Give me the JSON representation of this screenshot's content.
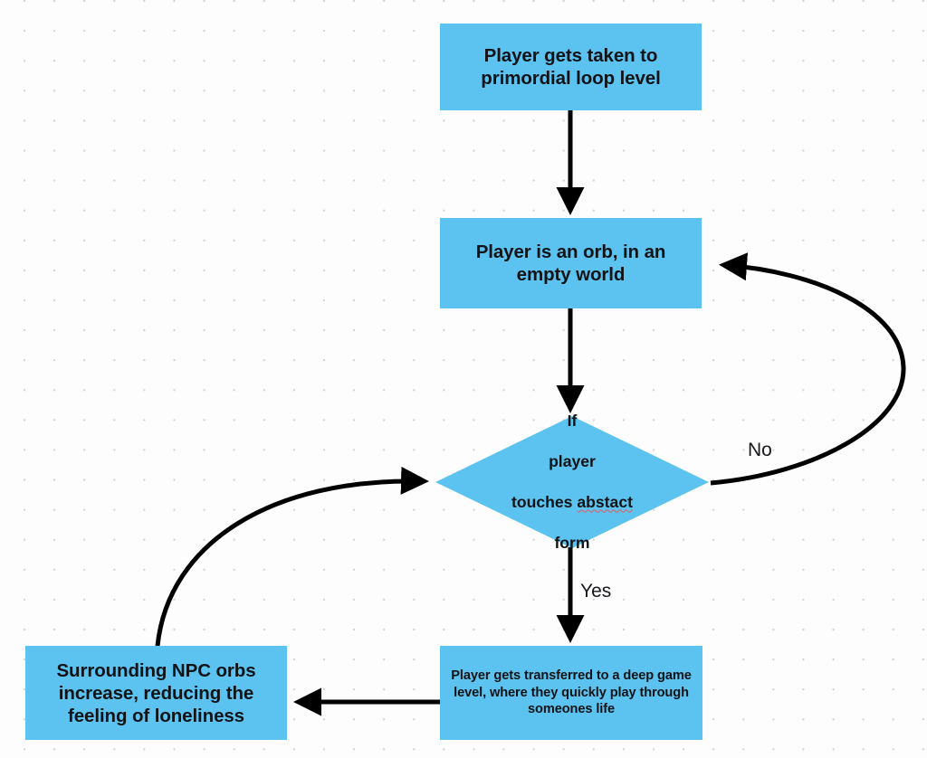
{
  "diagram": {
    "type": "flowchart",
    "background": "#fdfdfe",
    "node_fill": "#5cc2ef",
    "edge_color": "#000000",
    "grid_dot_color": "#d2d2d8"
  },
  "nodes": [
    {
      "id": "start",
      "shape": "rectangle",
      "text": "Player gets taken to primordial loop level"
    },
    {
      "id": "orb",
      "shape": "rectangle",
      "text": "Player is an orb, in an empty world"
    },
    {
      "id": "decision",
      "shape": "diamond",
      "line1": "If",
      "line2": "player",
      "line3a": "touches ",
      "line3b": "abstact",
      "line4": "form"
    },
    {
      "id": "deep-level",
      "shape": "rectangle",
      "text": "Player gets transferred to a deep game level, where they quickly play through someones life"
    },
    {
      "id": "npc-orbs",
      "shape": "rectangle",
      "text": "Surrounding NPC orbs increase, reducing the feeling of loneliness"
    }
  ],
  "edges": [
    {
      "id": "start-to-orb",
      "from": "start",
      "to": "orb",
      "label": ""
    },
    {
      "id": "orb-to-decision",
      "from": "orb",
      "to": "decision",
      "label": ""
    },
    {
      "id": "decision-to-deep-level",
      "from": "decision",
      "to": "deep-level",
      "label": "Yes"
    },
    {
      "id": "decision-to-orb",
      "from": "decision",
      "to": "orb",
      "label": "No"
    },
    {
      "id": "deep-level-to-npc-orbs",
      "from": "deep-level",
      "to": "npc-orbs",
      "label": ""
    },
    {
      "id": "npc-orbs-to-decision",
      "from": "npc-orbs",
      "to": "decision",
      "label": ""
    }
  ]
}
